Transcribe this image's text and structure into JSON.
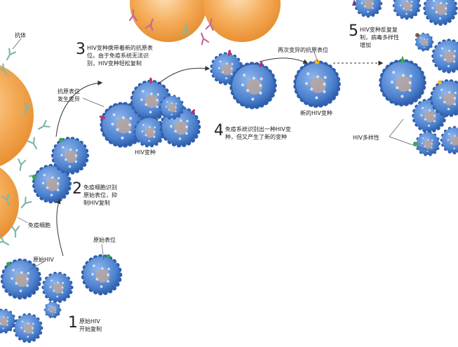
{
  "labels": {
    "antibody": "抗体",
    "immune_cell": "免疫细胞",
    "original_hiv": "原始HIV",
    "original_epitope": "原始表位",
    "epitope_mutation": "抗原表位\n发生变异",
    "hiv_variant": "HIV变种",
    "mutated_epitope_again": "再次变异的抗原表位",
    "new_hiv_variant": "新的HIV变种",
    "hiv_diversity": "HIV多样性"
  },
  "steps": [
    {
      "num": "1",
      "text": "原始HIV\n开始复制"
    },
    {
      "num": "2",
      "text": "免疫细胞识别\n原始表位，抑\n制HIV复制"
    },
    {
      "num": "3",
      "text": "HIV变种携带着新的抗原表\n位。由于免疫系统无法识\n别，HIV变种轻松复制"
    },
    {
      "num": "4",
      "text": "免疫系统识别出一种HIV变\n种，但又产生了新的变种"
    },
    {
      "num": "5",
      "text": "HIV变种反复复\n制，病毒多样性\n增加"
    }
  ],
  "colors": {
    "virus_body": "#5b8fd6",
    "virus_dark": "#2f5fae",
    "virus_core": "#b9a6a0",
    "immune_cell": "#f3a24a",
    "antibody": "#7fb9a8",
    "epitope_green": "#3aa64a",
    "epitope_red": "#c0306a",
    "epitope_yellow": "#f2b62a"
  }
}
